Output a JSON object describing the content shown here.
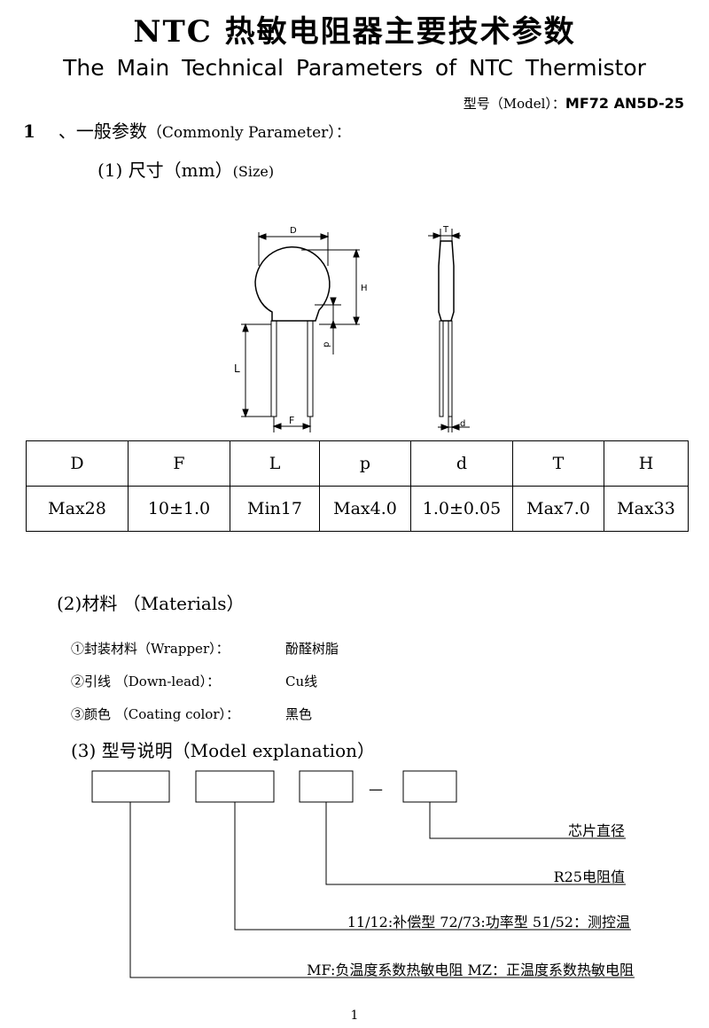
{
  "title_cn": "NTC 热敏电阻器主要技术参数",
  "title_en": "The  Main Technical Parameters of NTC  Thermistor",
  "model_label": "型号（Model）：",
  "model_value": "MF72  AN5D-25",
  "section1": {
    "num": "1",
    "label": "、一般参数",
    "en": "（Commonly Parameter）："
  },
  "size_heading": {
    "label": "(1)   尺寸（mm）",
    "en": "(Size)"
  },
  "drawing_labels": {
    "D": "D",
    "H": "H",
    "L": "L",
    "F": "F",
    "p": "p",
    "T": "T",
    "d": "d"
  },
  "dims_table": {
    "headers": [
      "D",
      "F",
      "L",
      "p",
      "d",
      "T",
      "H"
    ],
    "values": [
      "Max28",
      "10±1.0",
      "Min17",
      "Max4.0",
      "1.0±0.05",
      "Max7.0",
      "Max33"
    ]
  },
  "materials_heading": "(2)材料  （Materials）",
  "materials": [
    {
      "label": "①封装材料（Wrapper）：",
      "value": "酚醛树脂"
    },
    {
      "label": "②引线    （Down-lead）：",
      "value": "Cu线"
    },
    {
      "label": "③颜色    （Coating color）：",
      "value": "黑色"
    }
  ],
  "model_heading": "(3) 型号说明（Model explanation）",
  "model_dash": "—",
  "model_explanations": {
    "chip": "芯片直径",
    "r25": "R25电阻值",
    "type": "11/12:补偿型  72/73:功率型  51/52：测控温",
    "series": "MF:负温度系数热敏电阻  MZ：正温度系数热敏电阻"
  },
  "page_number": "1"
}
